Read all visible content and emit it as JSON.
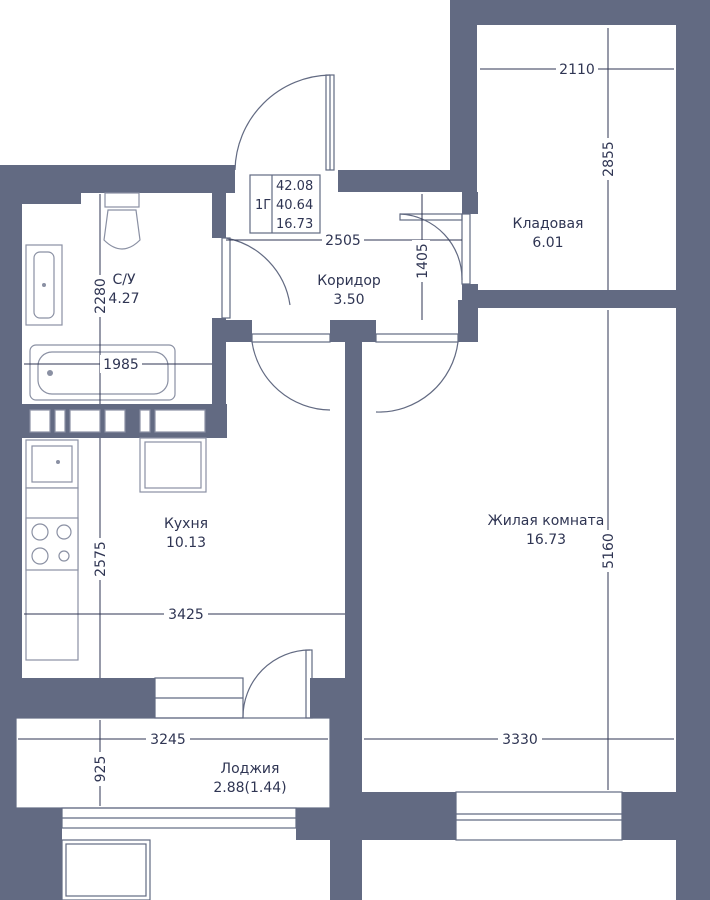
{
  "summary": {
    "type": "1Г",
    "total_area": "42.08",
    "living_total": "40.64",
    "living_area": "16.73"
  },
  "rooms": {
    "bathroom": {
      "name": "С/У",
      "area": "4.27"
    },
    "corridor": {
      "name": "Коридор",
      "area": "3.50"
    },
    "storage": {
      "name": "Кладовая",
      "area": "6.01"
    },
    "kitchen": {
      "name": "Кухня",
      "area": "10.13"
    },
    "living": {
      "name": "Жилая комната",
      "area": "16.73"
    },
    "loggia": {
      "name": "Лоджия",
      "area": "2.88(1.44)"
    }
  },
  "dimensions": {
    "storage_width": "2110",
    "storage_height": "2855",
    "corridor_width": "2505",
    "corridor_height": "1405",
    "bath_height": "2280",
    "bath_width": "1985",
    "kitchen_height": "2575",
    "kitchen_width": "3425",
    "living_height": "5160",
    "living_width": "3330",
    "loggia_width": "3245",
    "loggia_height": "925"
  },
  "colors": {
    "wall": "#626a82",
    "text": "#2f3553",
    "background": "#ffffff"
  }
}
